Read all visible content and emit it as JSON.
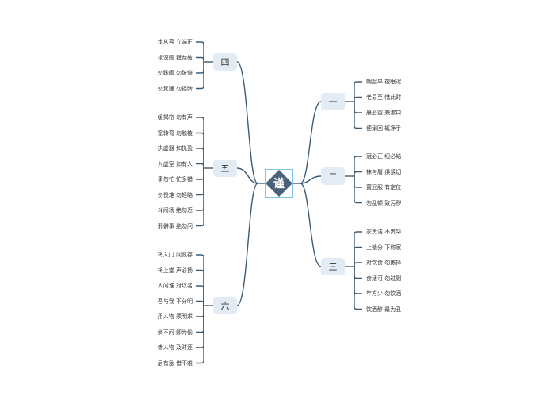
{
  "root": {
    "label": "谨"
  },
  "branches": [
    {
      "id": "b1",
      "label": "一",
      "side": "right",
      "items": [
        "朝起早 夜眠迟",
        "老易至 惜此时",
        "晨必盥 兼漱口",
        "便溺回 辄净手"
      ]
    },
    {
      "id": "b2",
      "label": "二",
      "side": "right",
      "items": [
        "冠必正 纽必结",
        "袜与履 俱紧切",
        "置冠服 有定位",
        "勿乱顿 致污秽"
      ]
    },
    {
      "id": "b3",
      "label": "三",
      "side": "right",
      "items": [
        "衣贵洁 不贵华",
        "上循分 下称家",
        "对饮食 勿拣择",
        "食适可 勿过则",
        "年方少 勿饮酒",
        "饮酒醉 最为丑"
      ]
    },
    {
      "id": "b4",
      "label": "四",
      "side": "left",
      "items": [
        "步从容 立端正",
        "揖深圆 拜恭敬",
        "勿践阈 勿跛倚",
        "勿箕踞 勿摇髀"
      ]
    },
    {
      "id": "b5",
      "label": "五",
      "side": "left",
      "items": [
        "缓揭帘 勿有声",
        "宽转弯 勿触棱",
        "执虚器 如执盈",
        "入虚室 如有人",
        "事勿忙 忙多错",
        "勿畏难 勿轻略",
        "斗闹场 绝勿近",
        "邪僻事 绝勿问"
      ]
    },
    {
      "id": "b6",
      "label": "六",
      "side": "left",
      "items": [
        "将入门 问孰存",
        "将上堂 声必扬",
        "人问谁 对以名",
        "吾与我 不分明",
        "用人物 须明求",
        "倘不问 即为偷",
        "借人物 及时还",
        "后有急 借不难"
      ]
    }
  ],
  "colors": {
    "link": "#3d5a73",
    "branch_fill": "#e3ebf4",
    "center_fill": "#4a6178",
    "center_border": "#7fc3e8"
  }
}
